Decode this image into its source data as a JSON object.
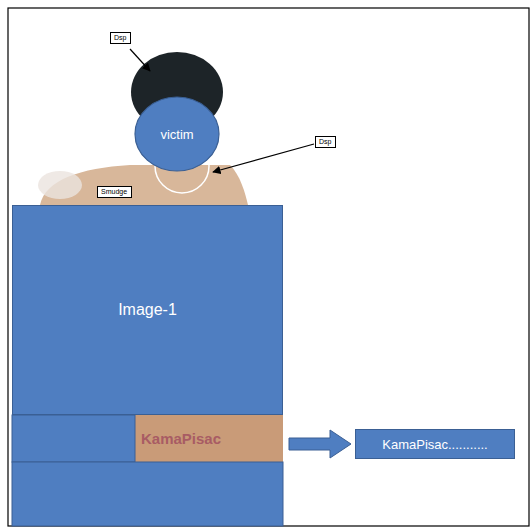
{
  "diagram": {
    "nodes": [
      {
        "text": [
          "Dsp"
        ]
      },
      {
        "text": [
          "victim"
        ]
      },
      {
        "text": [
          "Dsp"
        ]
      },
      {
        "text": [
          "Smudge"
        ]
      },
      {
        "text": [
          "Image-1"
        ]
      },
      {
        "text": [
          "KamaPisac..........."
        ]
      }
    ],
    "labels": [
      "KamaPisac"
    ]
  }
}
